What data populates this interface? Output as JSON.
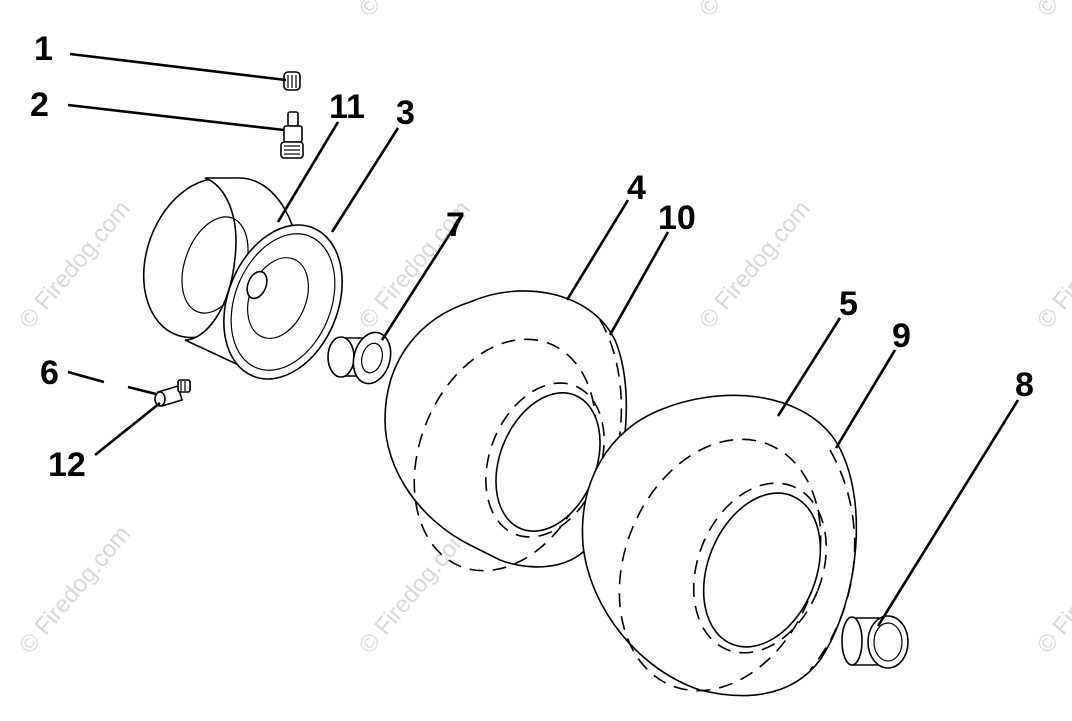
{
  "watermark": {
    "text": "© Firedog.com"
  },
  "callouts": {
    "c1": "1",
    "c2": "2",
    "c3": "3",
    "c4": "4",
    "c5": "5",
    "c6": "6",
    "c7": "7",
    "c8": "8",
    "c9": "9",
    "c10": "10",
    "c11": "11",
    "c12": "12"
  }
}
